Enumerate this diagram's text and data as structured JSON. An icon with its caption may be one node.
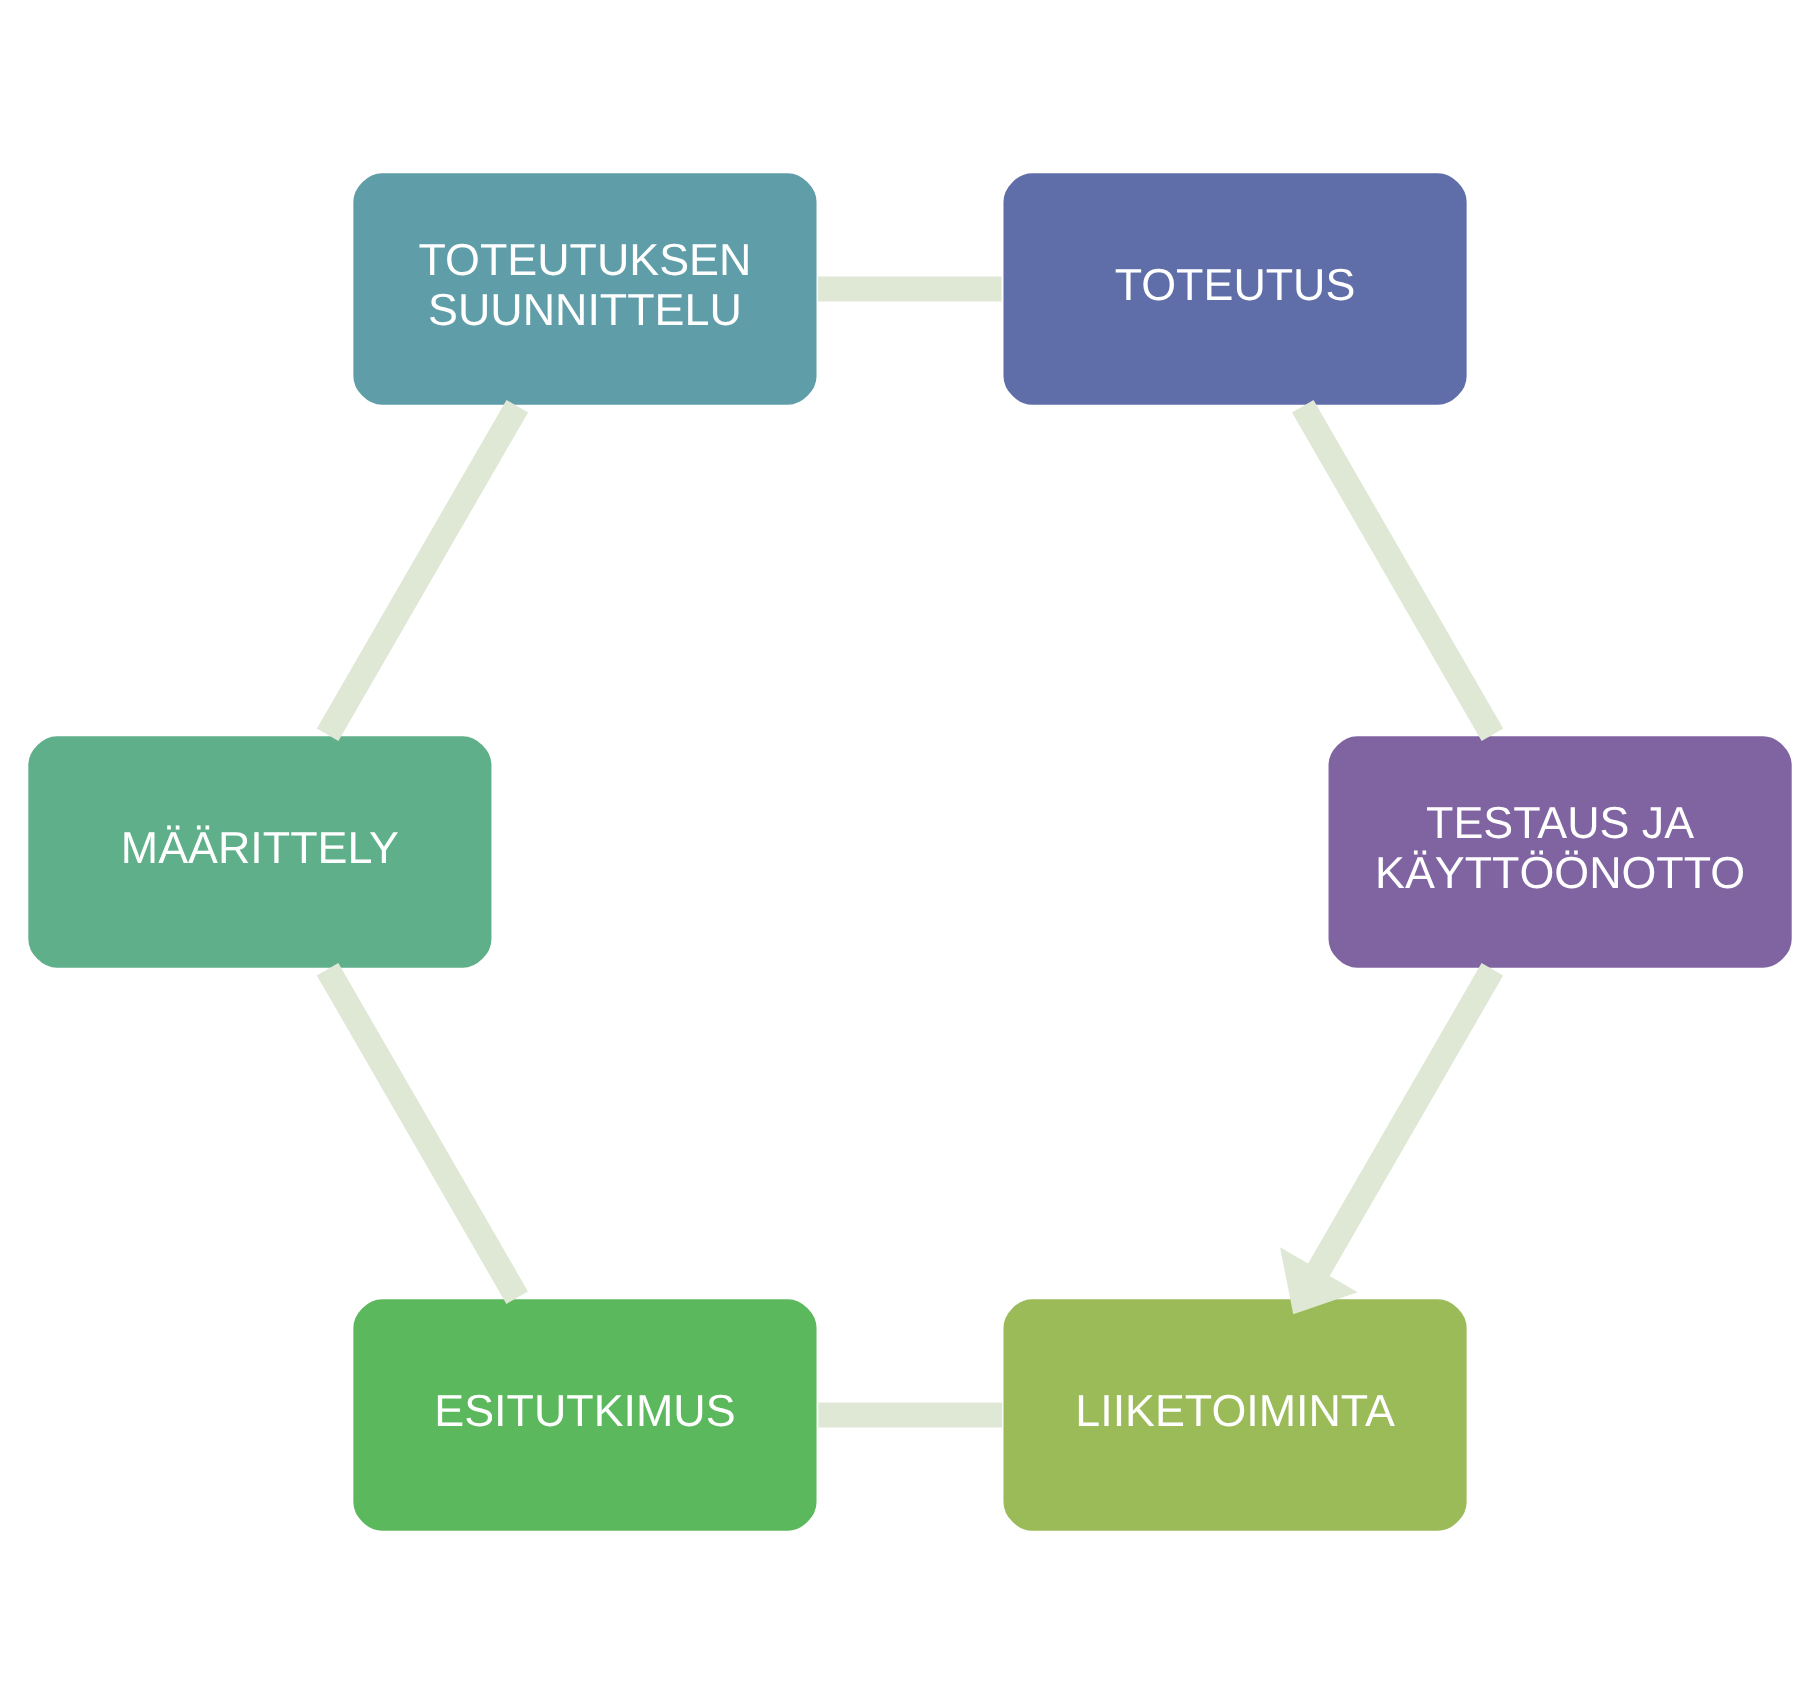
{
  "diagram": {
    "nodes": [
      {
        "text": [
          "LIIKETOIMINTA"
        ]
      },
      {
        "text": [
          "ESITUTKIMUS"
        ]
      },
      {
        "text": [
          "MÄÄRITTELY"
        ]
      },
      {
        "text": [
          "TOTEUTUKSEN SUUNNITTELU"
        ]
      },
      {
        "text": [
          "TOTEUTUS"
        ]
      },
      {
        "text": [
          "TESTAUS JA KÄYTTÖÖNOTTO"
        ]
      }
    ],
    "edges": [
      {
        "from": 0,
        "to": 1,
        "arrow": "none"
      },
      {
        "from": 1,
        "to": 2,
        "arrow": "none"
      },
      {
        "from": 2,
        "to": 3,
        "arrow": "none"
      },
      {
        "from": 3,
        "to": 4,
        "arrow": "none"
      },
      {
        "from": 4,
        "to": 5,
        "arrow": "none"
      },
      {
        "from": 5,
        "to": 0,
        "arrow": "to"
      }
    ]
  }
}
